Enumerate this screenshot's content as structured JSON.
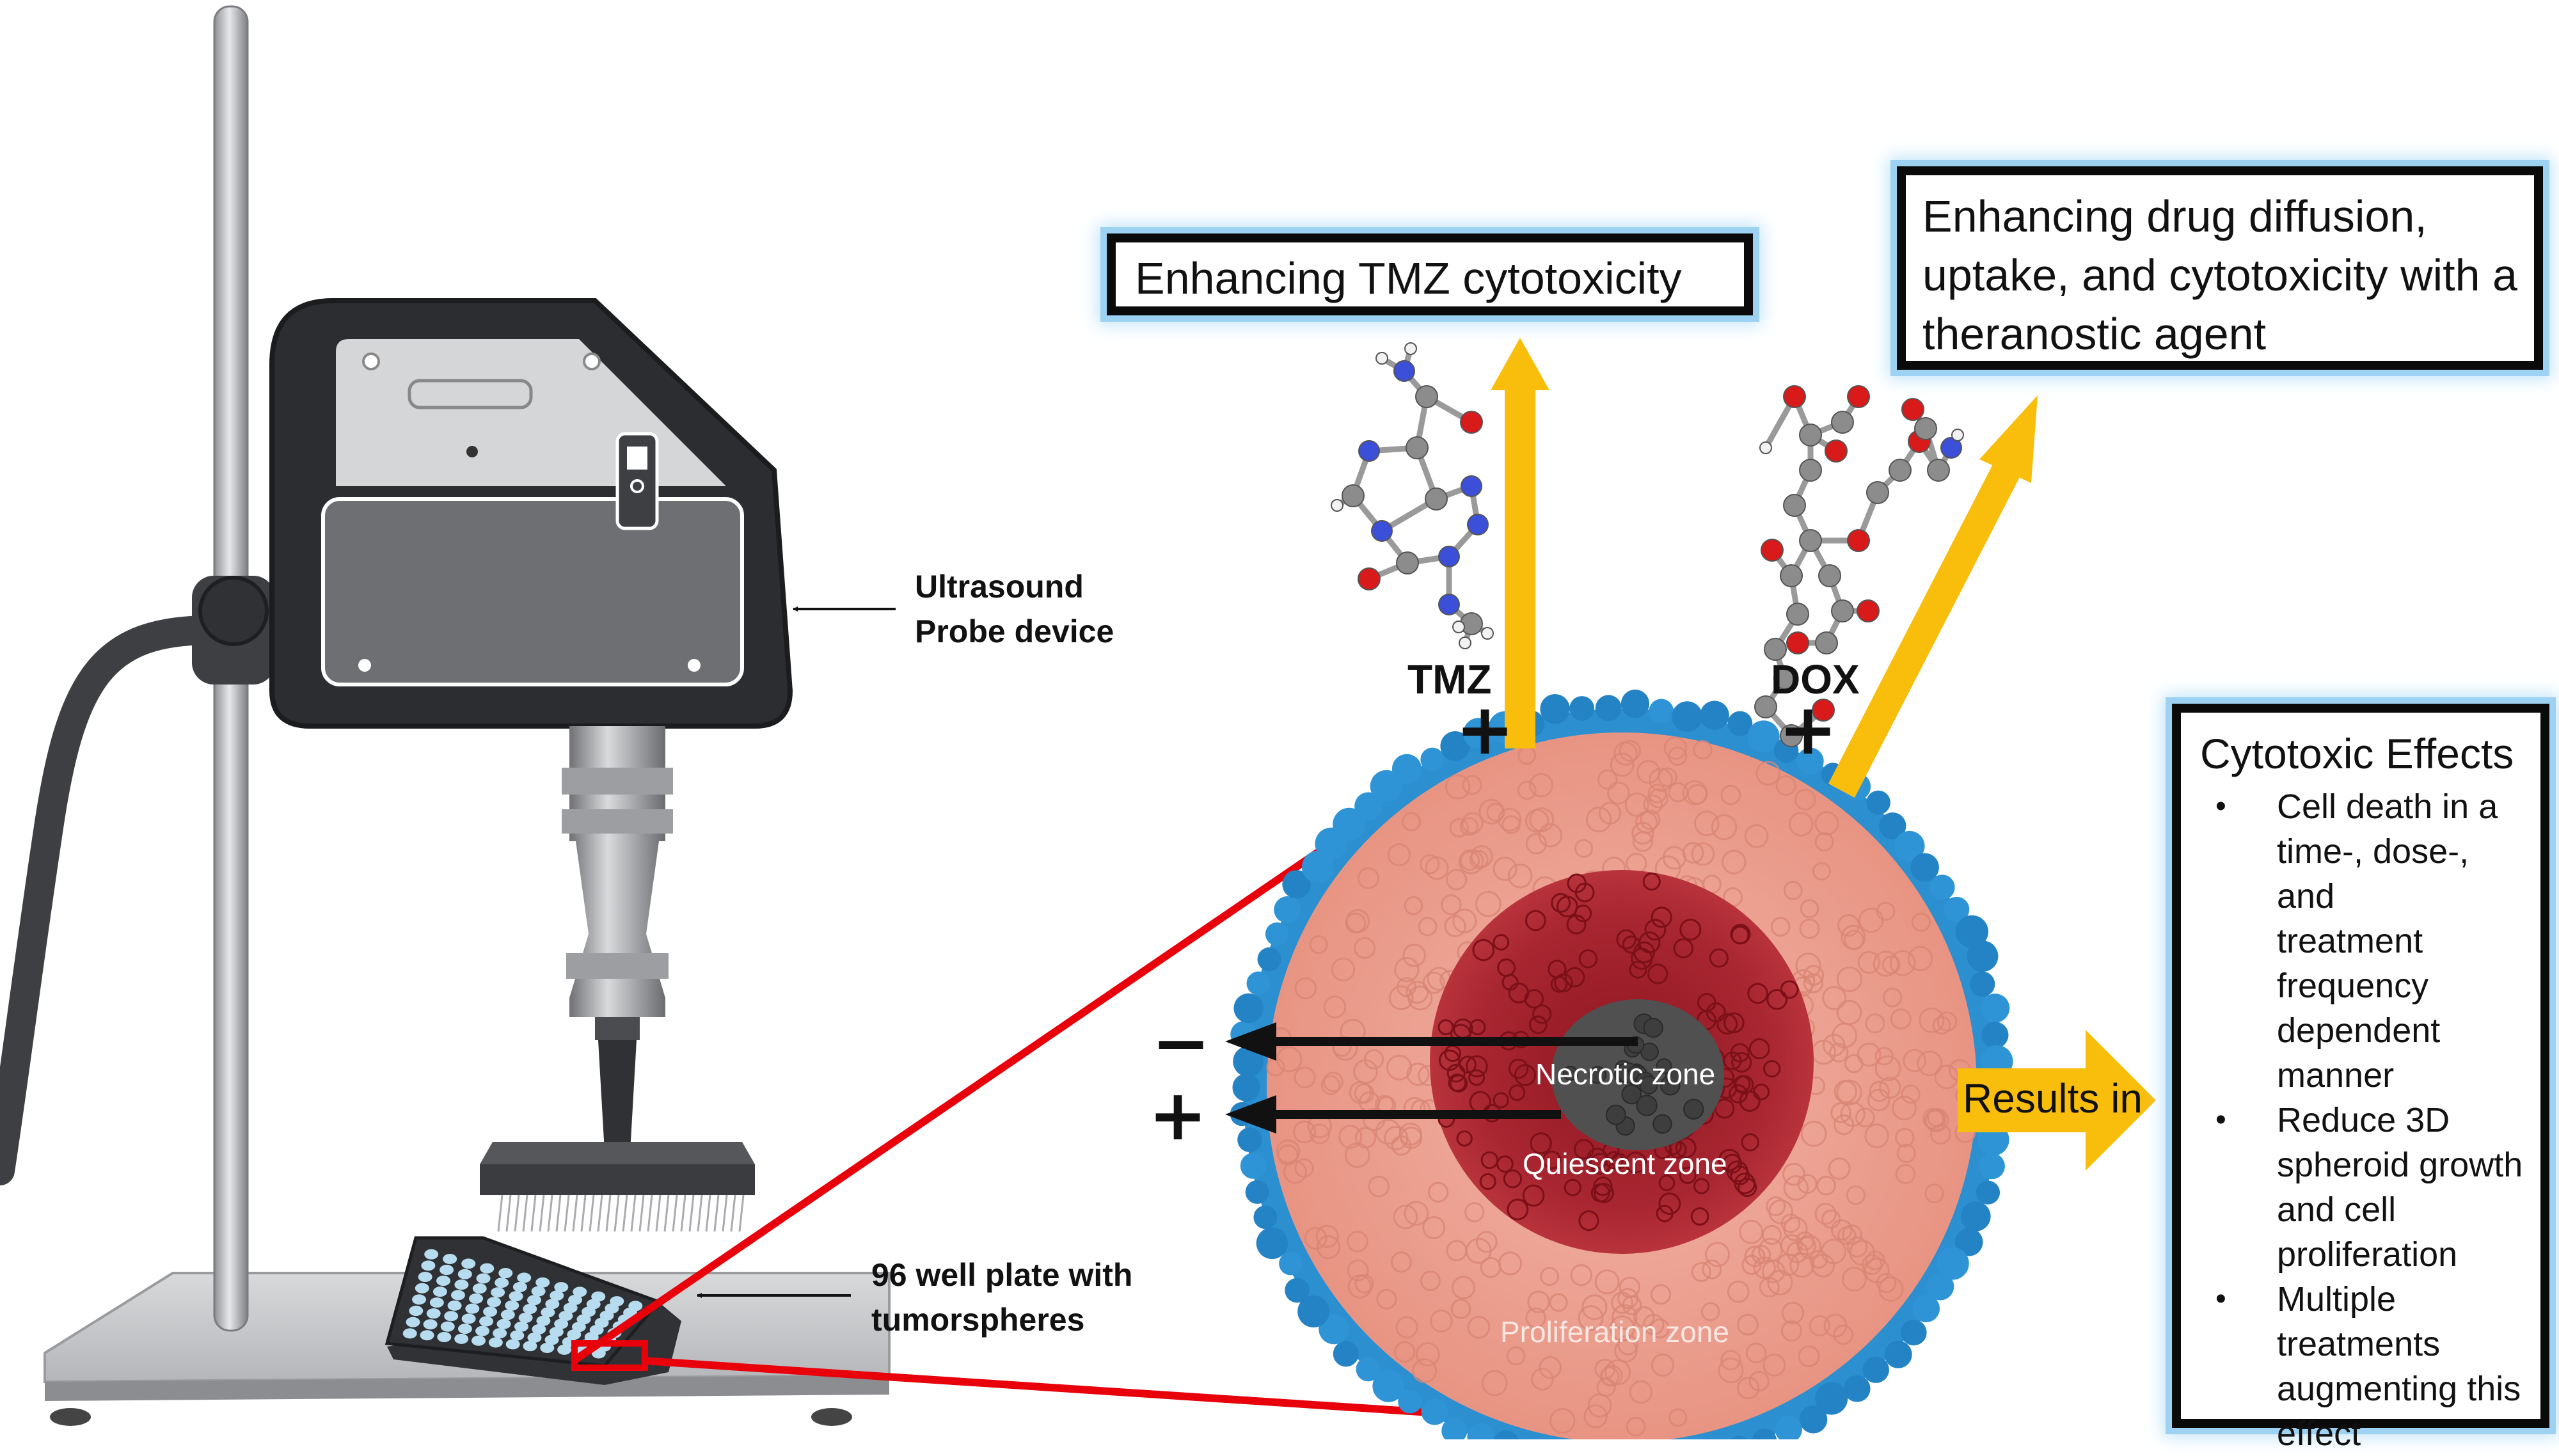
{
  "device": {
    "probe_label_line1": "Ultrasound",
    "probe_label_line2": "Probe device",
    "plate_label_line1": "96 well plate with",
    "plate_label_line2": "tumorspheres"
  },
  "drugs": {
    "tmz_label": "TMZ",
    "dox_label": "DOX",
    "plus_symbol": "+"
  },
  "boxes": {
    "tmz_title": "Enhancing TMZ cytotoxicity",
    "diffusion_line1": "Enhancing drug diffusion,",
    "diffusion_line2": "uptake, and cytotoxicity with a",
    "diffusion_line3": "theranostic agent",
    "effects_title": "Cytotoxic Effects",
    "effects_items": [
      [
        "Cell death in a",
        "time-, dose-, and",
        "treatment",
        "frequency",
        "dependent",
        "manner"
      ],
      [
        "Reduce 3D",
        "spheroid growth",
        "and cell",
        "proliferation"
      ],
      [
        "Multiple",
        "treatments",
        "augmenting this",
        "effect"
      ]
    ]
  },
  "spheroid": {
    "necrotic": "Necrotic zone",
    "quiescent": "Quiescent zone",
    "proliferation": "Proliferation zone",
    "minus_symbol": "−",
    "plus_symbol": "+"
  },
  "results_label": "Results in",
  "colors": {
    "arrow_yellow": "#f9bd0b",
    "outline_red": "#e8000b",
    "box_glow": "#9ed2f2",
    "shell_blue": "#2b8fd0",
    "prolif_pink": "#eda193",
    "quiescent_red": "#a8202a",
    "necrotic_grey": "#505050"
  }
}
